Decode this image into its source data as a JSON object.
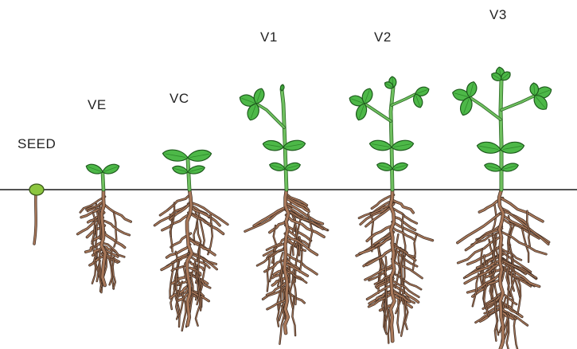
{
  "stages": [
    {
      "id": "seed",
      "label": "SEED"
    },
    {
      "id": "ve",
      "label": "VE"
    },
    {
      "id": "vc",
      "label": "VC"
    },
    {
      "id": "v1",
      "label": "V1"
    },
    {
      "id": "v2",
      "label": "V2"
    },
    {
      "id": "v3",
      "label": "V3"
    }
  ],
  "colors": {
    "soil_line": "#1a1a1a",
    "root": "#a8785a",
    "root_outline": "#3b2a20",
    "leaf": "#4db848",
    "leaf_dark": "#2e8a2b",
    "stem": "#6fc05f",
    "seed": "#8cc63f"
  }
}
